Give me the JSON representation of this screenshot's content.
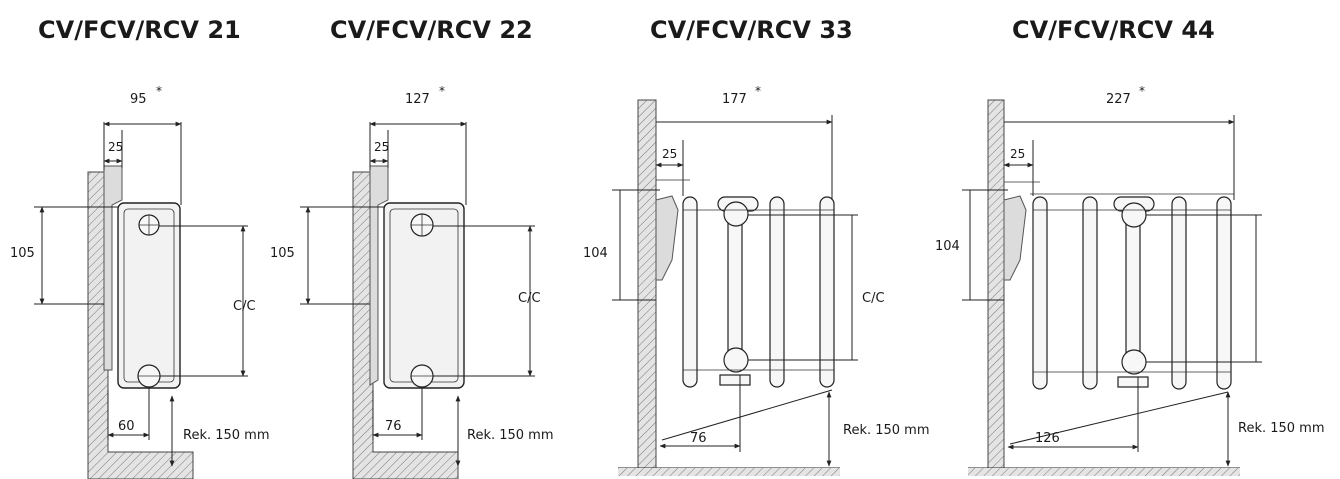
{
  "diagrams": [
    {
      "title": "CV/FCV/RCV 21",
      "width": "95",
      "offset": "25",
      "height": "105",
      "cc": "C/C",
      "bottom": "60",
      "clearance": "Rek. 150 mm"
    },
    {
      "title": "CV/FCV/RCV 22",
      "width": "127",
      "offset": "25",
      "height": "105",
      "cc": "C/C",
      "bottom": "76",
      "clearance": "Rek. 150 mm"
    },
    {
      "title": "CV/FCV/RCV 33",
      "width": "177",
      "offset": "25",
      "height": "104",
      "cc": "C/C",
      "bottom": "76",
      "clearance": "Rek. 150 mm"
    },
    {
      "title": "CV/FCV/RCV 44",
      "width": "227",
      "offset": "25",
      "height": "104",
      "cc": "",
      "bottom": "126",
      "clearance": "Rek. 150 mm"
    }
  ],
  "asterisk": "*"
}
